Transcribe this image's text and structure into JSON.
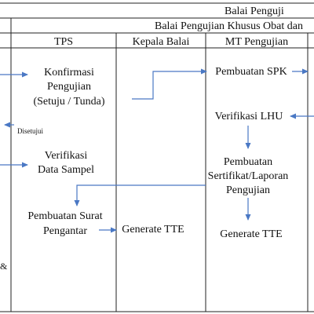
{
  "header": {
    "group_title": "Balai Penguji",
    "subgroup_title": "Balai Pengujian Khusus Obat dan"
  },
  "lanes": [
    {
      "label": "TPS"
    },
    {
      "label": "Kepala Balai"
    },
    {
      "label": "MT Pengujian"
    }
  ],
  "tps": {
    "konfirmasi": [
      "Konfirmasi",
      "Pengujian",
      "(Setuju / Tunda)"
    ],
    "disetujui": "Disetujui",
    "verifikasi": [
      "Verifikasi",
      "Data Sampel"
    ],
    "surat": [
      "Pembuatan Surat",
      "Pengantar"
    ]
  },
  "kepala": {
    "generate": "Generate TTE"
  },
  "mt": {
    "spk": "Pembuatan SPK",
    "lhu": "Verifikasi LHU",
    "sertifikat": [
      "Pembuatan",
      "Sertifikat/Laporan",
      "Pengujian"
    ],
    "generate": "Generate TTE"
  },
  "left_fragment": "&",
  "colors": {
    "arrow": "#4a78c4",
    "line": "#222222"
  }
}
